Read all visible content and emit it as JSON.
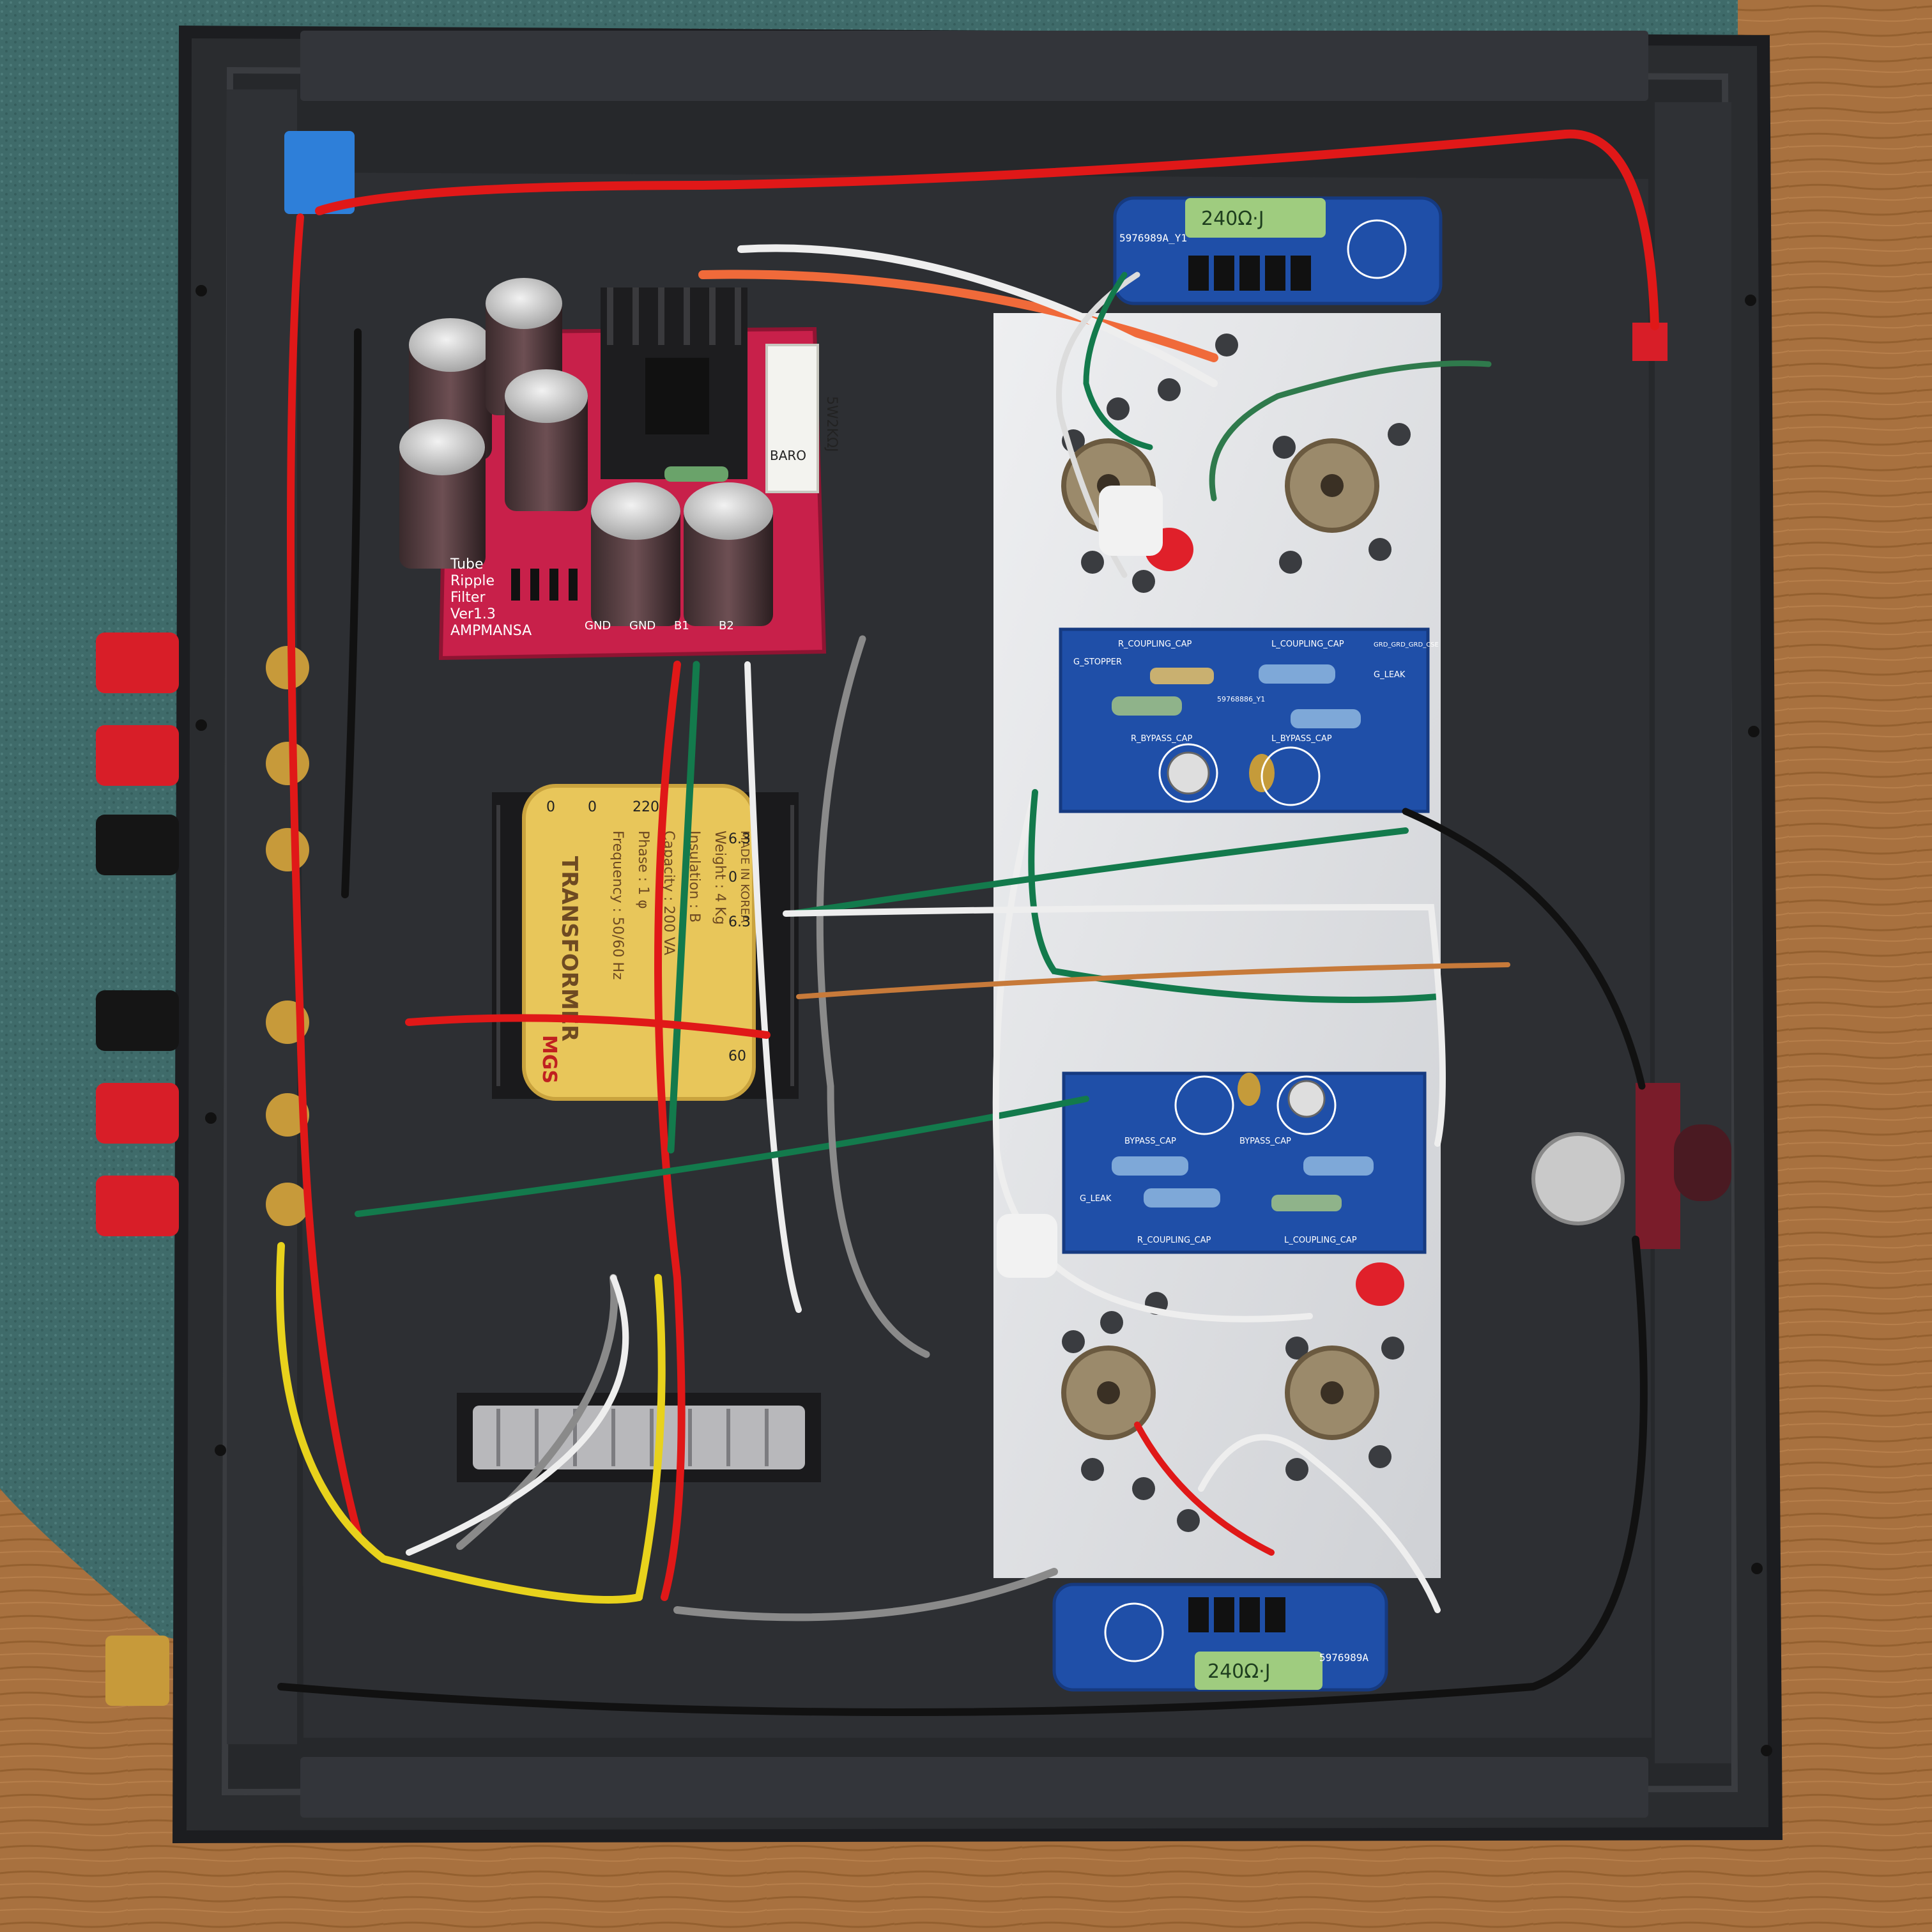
{
  "photo": {
    "palette": {
      "carpet": "#3f6b6a",
      "table_wood": "#a8713f",
      "chassis": "#2a2c2f",
      "panel_silver": "#dcdde0",
      "pcb_blue": "#1f4fa8",
      "pcb_red": "#c8204a",
      "transformer_yellow": "#e8c65a",
      "wire_red": "#e01818",
      "wire_green": "#137a4c",
      "wire_white": "#eeeeee",
      "wire_yellow": "#e8d21c",
      "wire_grey": "#8a8a8a",
      "wire_black": "#111111"
    },
    "ripple_filter_board": {
      "line1": "Tube",
      "line2": "Ripple",
      "line3": "Filter",
      "line4": "Ver1.3",
      "maker": "AMPMANSA",
      "pads": [
        "GND",
        "GND",
        "B1",
        "B2"
      ],
      "resistor_line1": "5W2KΩJ",
      "resistor_line2": "BARO"
    },
    "amp_board_upper": {
      "labels": [
        "R_COUPLING_CAP",
        "L_COUPLING_CAP",
        "R_BYPASS_CAP",
        "L_BYPASS_CAP",
        "G_LEAK",
        "G_STOPPER",
        "GRD_GRD_GRD_CSE"
      ],
      "part_no": "59768886_Y1"
    },
    "amp_board_lower": {
      "labels": [
        "BYPASS_CAP",
        "BYPASS_CAP",
        "G_LEAK",
        "R_COUPLING_CAP",
        "L_COUPLING_CAP"
      ]
    },
    "heater_board_top": {
      "part_no": "5976989A_Y1",
      "resistor": "240Ω·J"
    },
    "heater_board_bottom": {
      "part_no": "5976989A",
      "resistor": "240Ω·J"
    },
    "transformer": {
      "brand": "MGS",
      "title": "TRANSFORMER",
      "specs": [
        "Frequency : 50/60 Hz",
        "Phase : 1 φ",
        "Capacity : 200 VA",
        "Insulation : B",
        "Weight : 4 Kg"
      ],
      "origin": "MADE IN KOREA",
      "columns": [
        "0",
        "0",
        "220",
        "6.3",
        "0",
        "6.3",
        "60"
      ]
    }
  }
}
